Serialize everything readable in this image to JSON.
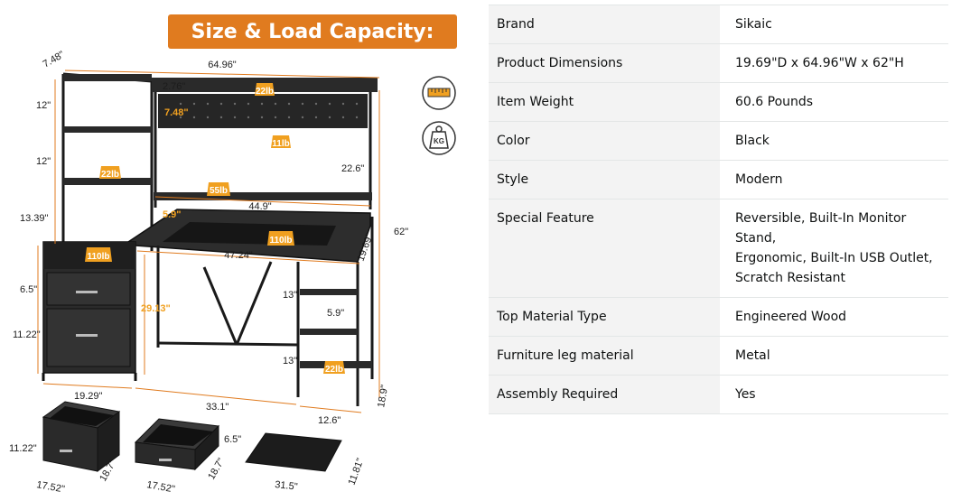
{
  "infographic": {
    "title": "Size & Load Capacity:",
    "accent_color": "#e07b1f",
    "dimensions": {
      "d7_48": "7.48\"",
      "d64_96": "64.96\"",
      "d2_76": "2.76\"",
      "d7_48_inner": "7.48\"",
      "d12_a": "12\"",
      "d12_b": "12\"",
      "d13_39": "13.39\"",
      "d22_6": "22.6\"",
      "d44_9": "44.9\"",
      "d5_9_a": "5.9\"",
      "d47_24": "47.24\"",
      "d19_69": "19.69\"",
      "d62": "62\"",
      "d6_5": "6.5\"",
      "d11_22": "11.22\"",
      "d29_13": "29.13\"",
      "d13_a": "13\"",
      "d5_9_b": "5.9\"",
      "d13_b": "13\"",
      "d19_29": "19.29\"",
      "d33_1": "33.1\"",
      "d12_6": "12.6\"",
      "d18_9": "18.9\"",
      "drawer1_h": "11.22\"",
      "drawer1_w": "17.52\"",
      "drawer1_d": "18.7\"",
      "drawer2_h": "6.5\"",
      "drawer2_w": "17.52\"",
      "drawer2_d": "18.7\"",
      "mat_w": "31.5\"",
      "mat_d": "11.81\""
    },
    "loads": {
      "monitor_shelf": "22lb",
      "pegboard": "11lb",
      "side_shelf": "22lb",
      "lower_shelf": "55lb",
      "desktop": "110lb",
      "cabinet": "110lb",
      "right_shelf": "22lb"
    },
    "icons": [
      "ruler-icon",
      "weight-kg-icon"
    ],
    "kg_label": "KG"
  },
  "specs": [
    {
      "key": "Brand",
      "value": "Sikaic"
    },
    {
      "key": "Product Dimensions",
      "value": "19.69\"D x 64.96\"W x 62\"H"
    },
    {
      "key": "Item Weight",
      "value": "60.6 Pounds"
    },
    {
      "key": "Color",
      "value": "Black"
    },
    {
      "key": "Style",
      "value": "Modern"
    },
    {
      "key": "Special Feature",
      "value": "Reversible, Built-In Monitor Stand,\nErgonomic, Built-In USB Outlet,\nScratch Resistant"
    },
    {
      "key": "Top Material Type",
      "value": "Engineered Wood"
    },
    {
      "key": "Furniture leg material",
      "value": "Metal"
    },
    {
      "key": "Assembly Required",
      "value": "Yes"
    }
  ]
}
